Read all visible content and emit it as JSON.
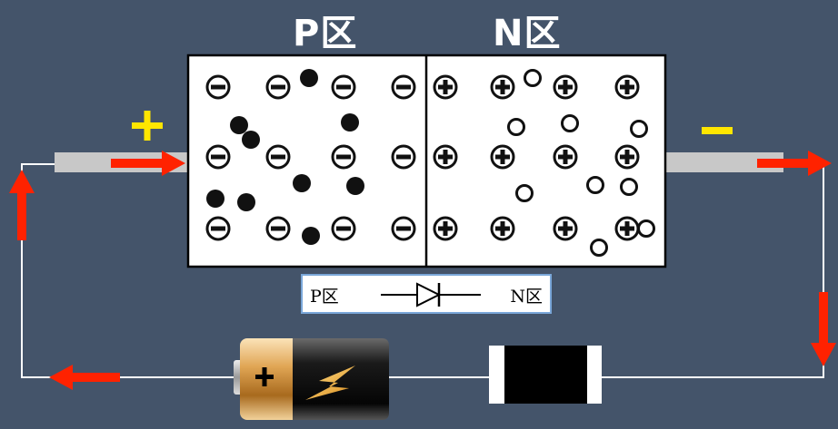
{
  "labels": {
    "p_region": "P区",
    "n_region": "N区",
    "legend_p": "P区",
    "legend_n": "N区",
    "plus_terminal": "+",
    "minus_terminal": "-"
  },
  "colors": {
    "background": "#44546a",
    "arrow": "#ff2200",
    "terminal_sign": "#ffe600",
    "wire": "#ffffff",
    "lead": "#c8c8c8",
    "carrier": "#111111"
  },
  "icons": {
    "acceptor_ion": "minus-in-circle",
    "donor_ion": "plus-in-circle",
    "electron": "filled-dot",
    "hole": "hollow-ring",
    "battery": "battery-icon",
    "diode_symbol": "diode-icon",
    "diode_component": "black-block"
  }
}
